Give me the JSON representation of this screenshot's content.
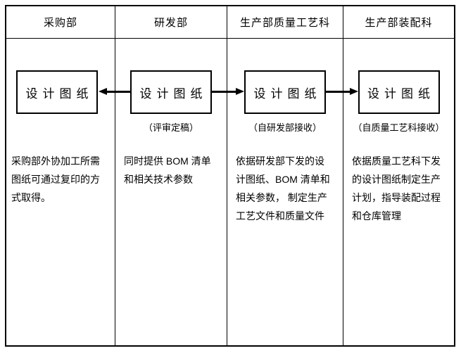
{
  "diagram": {
    "type": "swimlane-flowchart",
    "colors": {
      "background": "#ffffff",
      "border": "#000000",
      "text": "#000000"
    },
    "columns": [
      {
        "header": "采购部",
        "box_label": "设计图纸",
        "caption": "",
        "body": "采购部外协加工所需\n图纸可通过复印的方\n式取得。"
      },
      {
        "header": "研发部",
        "box_label": "设计图纸",
        "caption": "（评审定稿）",
        "body": "同时提供 BOM 清单\n和相关技术参数"
      },
      {
        "header": "生产部质量工艺科",
        "box_label": "设计图纸",
        "caption": "（自研发部接收）",
        "body": "依据研发部下发的设\n计图纸、BOM 清单和\n相关参数， 制定生产\n工艺文件和质量文件"
      },
      {
        "header": "生产部装配科",
        "box_label": "设计图纸",
        "caption": "（自质量工艺科接收）",
        "body": "依据质量工艺科下发\n的设计图纸制定生产\n计划，指导装配过程\n和仓库管理"
      }
    ],
    "arrows": [
      {
        "from": "研发部",
        "to": "采购部",
        "direction": "left"
      },
      {
        "from": "研发部",
        "to": "生产部质量工艺科",
        "direction": "right"
      },
      {
        "from": "生产部质量工艺科",
        "to": "生产部装配科",
        "direction": "right"
      }
    ]
  }
}
